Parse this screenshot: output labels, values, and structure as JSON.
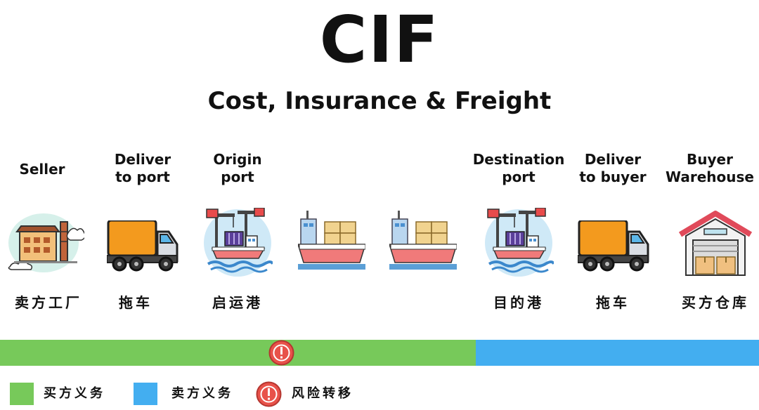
{
  "title": "CIF",
  "subtitle": "Cost, Insurance & Freight",
  "stages": [
    {
      "en": "Seller",
      "zh": "卖方工厂",
      "icon": "factory-icon"
    },
    {
      "en": "Deliver\nto port",
      "zh": "拖车",
      "icon": "truck-icon"
    },
    {
      "en": "Origin\nport",
      "zh": "启运港",
      "icon": "port-crane-icon"
    },
    {
      "en": "",
      "zh": "",
      "icon": "cargo-ship-icon"
    },
    {
      "en": "",
      "zh": "",
      "icon": "cargo-ship-icon"
    },
    {
      "en": "Destination\nport",
      "zh": "目的港",
      "icon": "port-crane-icon"
    },
    {
      "en": "Deliver\nto buyer",
      "zh": "拖车",
      "icon": "truck-icon"
    },
    {
      "en": "Buyer\nWarehouse",
      "zh": "买方仓库",
      "icon": "warehouse-icon"
    }
  ],
  "responsibility_bar": {
    "green_until_fraction": 0.627,
    "colors": {
      "green": "#77c95a",
      "blue": "#43aef0",
      "risk": "#e8524a"
    }
  },
  "legend": [
    {
      "label": "买方义务",
      "color": "#77c95a",
      "kind": "box"
    },
    {
      "label": "卖方义务",
      "color": "#43aef0",
      "kind": "box"
    },
    {
      "label": "风险转移",
      "color": "#e8524a",
      "kind": "risk"
    }
  ]
}
